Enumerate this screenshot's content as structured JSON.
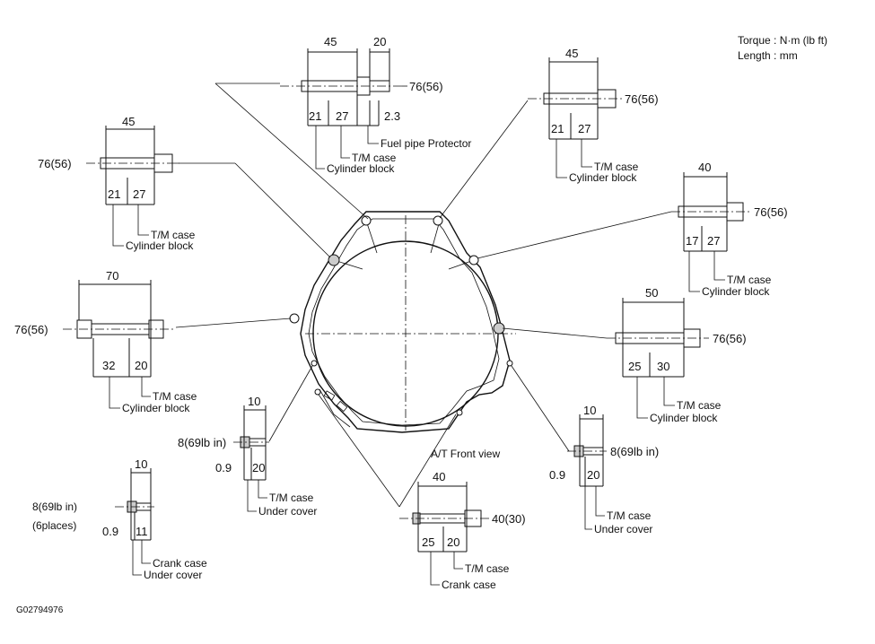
{
  "header": {
    "line1": "Torque : N·m (lb ft)",
    "line2": "Length : mm"
  },
  "footer": {
    "figure_id": "G02794976"
  },
  "center_label": "A/T Front view",
  "bolts": {
    "top_center": {
      "dim_a": "45",
      "dim_b": "20",
      "seg1": "21",
      "seg2": "27",
      "seg3": "2.3",
      "torque": "76(56)",
      "label1": "Fuel pipe Protector",
      "label2": "T/M case",
      "label3": "Cylinder block"
    },
    "top_right": {
      "dim": "45",
      "seg1": "21",
      "seg2": "27",
      "torque": "76(56)",
      "label1": "T/M case",
      "label2": "Cylinder block"
    },
    "left_upper": {
      "dim": "45",
      "seg1": "21",
      "seg2": "27",
      "torque": "76(56)",
      "label1": "T/M case",
      "label2": "Cylinder block"
    },
    "right_upper": {
      "dim": "40",
      "seg1": "17",
      "seg2": "27",
      "torque": "76(56)",
      "label1": "T/M case",
      "label2": "Cylinder block"
    },
    "left_middle": {
      "dim": "70",
      "seg1": "32",
      "seg2": "20",
      "torque": "76(56)",
      "label1": "T/M case",
      "label2": "Cylinder block"
    },
    "right_middle": {
      "dim": "50",
      "seg1": "25",
      "seg2": "30",
      "torque": "76(56)",
      "label1": "T/M case",
      "label2": "Cylinder block"
    },
    "left_small": {
      "dim": "10",
      "seg1": "0.9",
      "seg2": "20",
      "torque": "8(69lb in)",
      "label1": "T/M case",
      "label2": "Under cover"
    },
    "right_small": {
      "dim": "10",
      "seg1": "0.9",
      "seg2": "20",
      "torque": "8(69lb in)",
      "label1": "T/M case",
      "label2": "Under cover"
    },
    "bottom_left": {
      "dim": "10",
      "seg1": "0.9",
      "seg2": "11",
      "torque": "8(69lb in)",
      "places": "(6places)",
      "label1": "Crank case",
      "label2": "Under cover"
    },
    "bottom_center": {
      "dim": "40",
      "seg1": "25",
      "seg2": "20",
      "torque": "40(30)",
      "label1": "T/M case",
      "label2": "Crank case"
    }
  }
}
